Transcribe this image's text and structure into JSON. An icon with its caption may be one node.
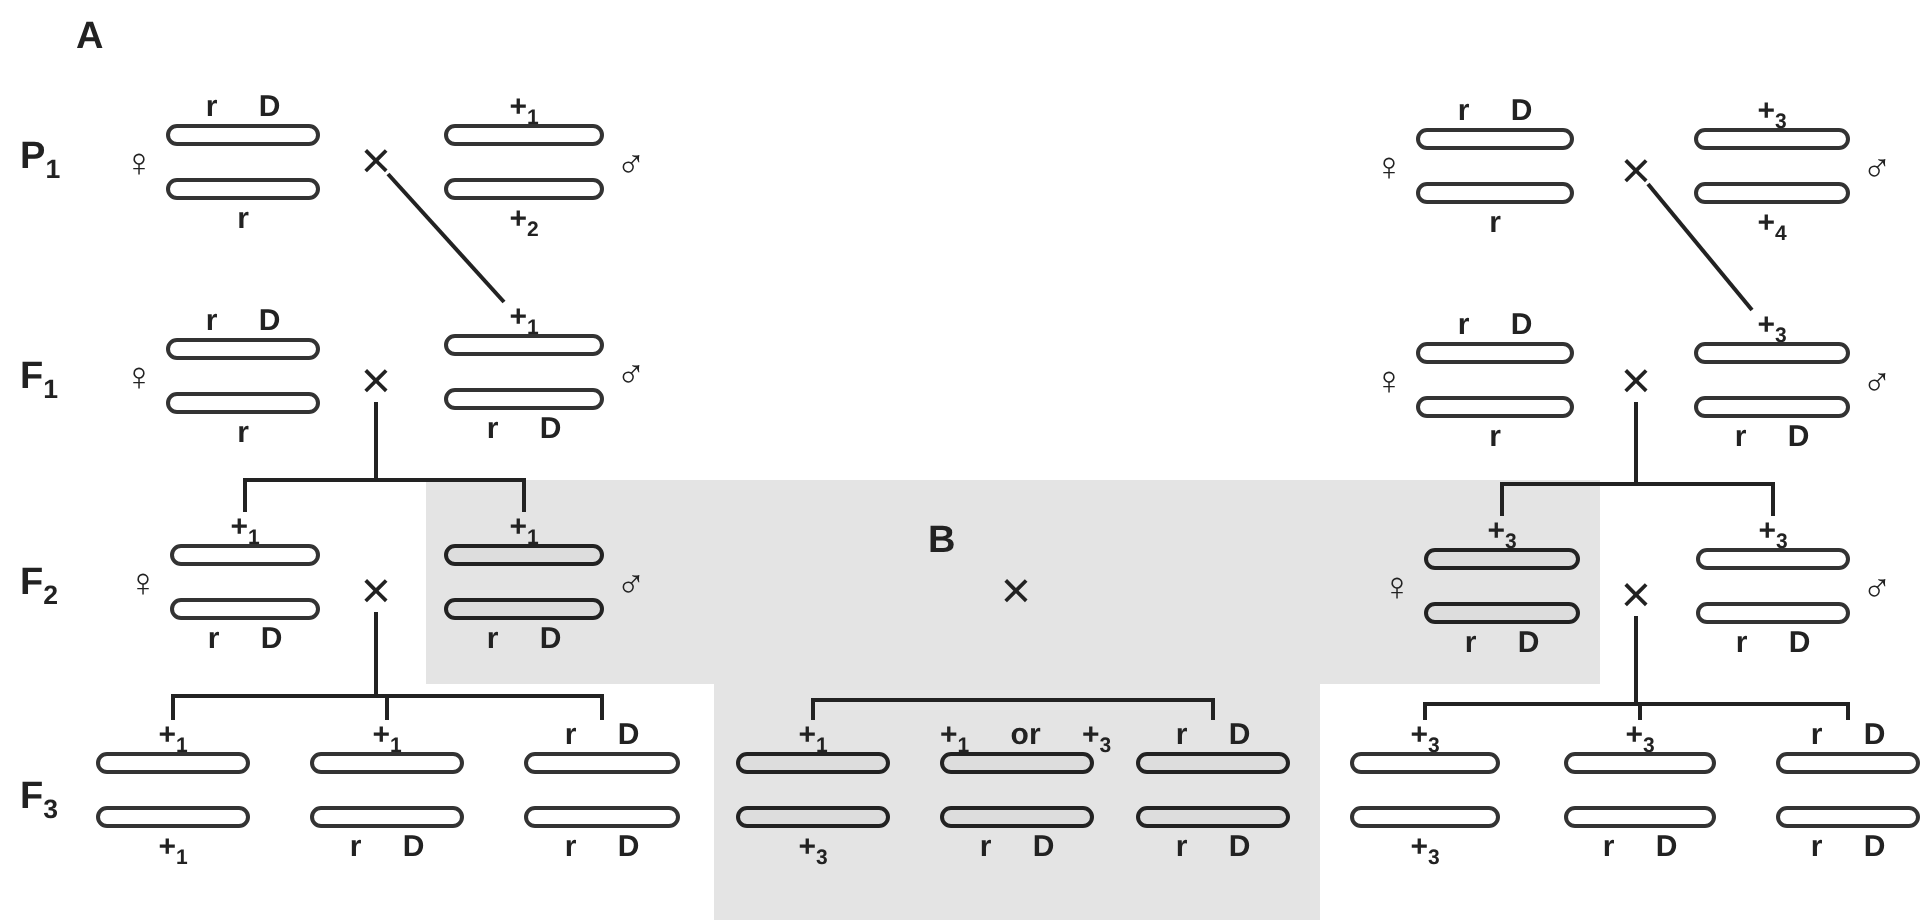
{
  "diagram": {
    "nodes": [
      {
        "text": [
          "B"
        ]
      },
      {
        "text": [
          "r D",
          "r"
        ],
        "beside": [
          "♀"
        ]
      },
      {
        "text": [
          "×"
        ]
      },
      {
        "text": [
          "+$_{1}$",
          "+$_{2}$"
        ],
        "beside": [
          "♂"
        ]
      },
      {
        "text": [
          "r D",
          "r"
        ],
        "beside": [
          "♀"
        ]
      },
      {
        "text": [
          "×"
        ]
      },
      {
        "text": [
          "+$_{3}$",
          "+$_{4}$"
        ],
        "beside": [
          "♂"
        ]
      },
      {
        "text": [
          "r D",
          "r"
        ],
        "beside": [
          "♀"
        ]
      },
      {
        "text": [
          "×"
        ]
      },
      {
        "text": [
          "+$_{1}$",
          "r D"
        ],
        "beside": [
          "♂"
        ]
      },
      {
        "text": [
          "r D",
          "r"
        ],
        "beside": [
          "♀"
        ]
      },
      {
        "text": [
          "×"
        ]
      },
      {
        "text": [
          "+$_{3}$",
          "r D"
        ],
        "beside": [
          "♂"
        ]
      },
      {
        "text": [
          "+$_{1}$",
          "r D"
        ],
        "beside": [
          "♀"
        ]
      },
      {
        "text": [
          "×"
        ]
      },
      {
        "text": [
          "+$_{1}$",
          "r D"
        ],
        "beside": [
          "♂"
        ],
        "in": 0
      },
      {
        "text": [
          "×"
        ],
        "in": 0
      },
      {
        "text": [
          "+$_{3}$",
          "r D"
        ],
        "beside": [
          "♀"
        ],
        "in": 0
      },
      {
        "text": [
          "×"
        ]
      },
      {
        "text": [
          "+$_{3}$",
          "r D"
        ],
        "beside": [
          "♂"
        ]
      },
      {
        "text": [
          "+$_{1}$",
          "+$_{1}$"
        ]
      },
      {
        "text": [
          "+$_{1}$",
          "r D"
        ]
      },
      {
        "text": [
          "r D",
          "r D"
        ]
      },
      {
        "text": [
          "+$_{1}$",
          "+$_{3}$"
        ],
        "in": 0
      },
      {
        "text": [
          "+$_{1}$ or +$_{3}$",
          "r D"
        ],
        "in": 0
      },
      {
        "text": [
          "r D",
          "r D"
        ],
        "in": 0
      },
      {
        "text": [
          "+$_{3}$",
          "+$_{3}$"
        ]
      },
      {
        "text": [
          "+$_{3}$",
          "r D"
        ]
      },
      {
        "text": [
          "r D",
          "r D"
        ]
      }
    ],
    "edges": [
      {
        "from": 2,
        "to": 9,
        "arrow": "none"
      },
      {
        "from": 5,
        "to": 12,
        "arrow": "none"
      },
      {
        "from": 8,
        "to": 13,
        "arrow": "none"
      },
      {
        "from": 8,
        "to": 15,
        "arrow": "none"
      },
      {
        "from": 11,
        "to": 17,
        "arrow": "none"
      },
      {
        "from": 11,
        "to": 19,
        "arrow": "none"
      },
      {
        "from": 14,
        "to": 20,
        "arrow": "none"
      },
      {
        "from": 14,
        "to": 21,
        "arrow": "none"
      },
      {
        "from": 14,
        "to": 22,
        "arrow": "none"
      },
      {
        "from": 23,
        "to": 25,
        "arrow": "none"
      },
      {
        "from": 18,
        "to": 26,
        "arrow": "none"
      },
      {
        "from": 18,
        "to": 27,
        "arrow": "none"
      },
      {
        "from": 18,
        "to": 28,
        "arrow": "none"
      }
    ],
    "labels": [
      "A",
      "P$_{1}$",
      "F$_{1}$",
      "F$_{2}$",
      "F$_{3}$"
    ]
  }
}
